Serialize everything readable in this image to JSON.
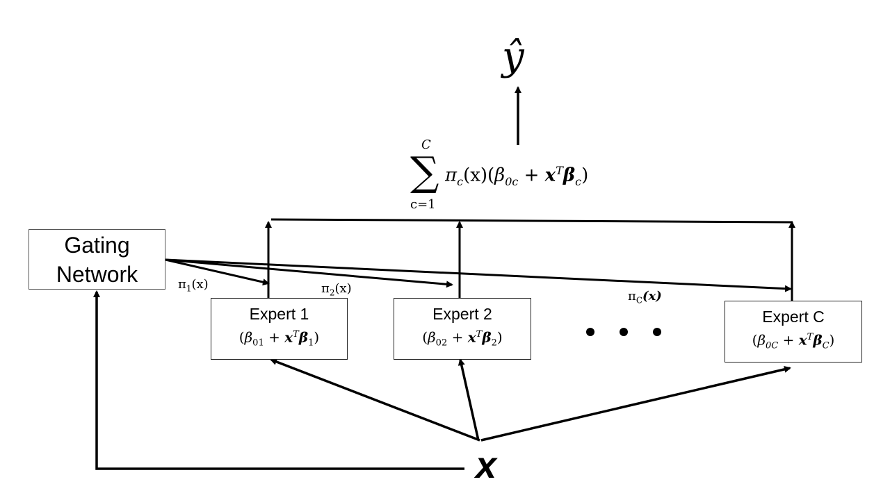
{
  "output_label": "ŷ",
  "input_label": "x",
  "gating": {
    "line1": "Gating",
    "line2": "Network"
  },
  "aggregate": {
    "upper_limit": "C",
    "sigma": "∑",
    "lower_limit": "c=1",
    "term_pi": "π",
    "term_pi_sub": "c",
    "term_x": "(x)",
    "open_paren": "(",
    "beta0": "β",
    "beta0_sub": "0c",
    "plus": " + ",
    "xvec": "x",
    "transpose": "T",
    "beta": "β",
    "beta_sub": "c",
    "close_paren": ")"
  },
  "experts": [
    {
      "name": "Expert 1",
      "beta0": "β",
      "beta0_sub": "01",
      "plus": " + ",
      "xvec": "x",
      "transpose": "T",
      "beta": "β",
      "beta_sub": "1",
      "open": "(",
      "close": ")"
    },
    {
      "name": "Expert 2",
      "beta0": "β",
      "beta0_sub": "02",
      "plus": " + ",
      "xvec": "x",
      "transpose": "T",
      "beta": "β",
      "beta_sub": "2",
      "open": "(",
      "close": ")"
    },
    {
      "name": "Expert C",
      "beta0": "β",
      "beta0_sub": "0C",
      "plus": " + ",
      "xvec": "x",
      "transpose": "T",
      "beta": "β",
      "beta_sub": "C",
      "open": "(",
      "close": ")"
    }
  ],
  "gate_weights": [
    {
      "pi": "π",
      "sub": "1",
      "arg": "(x)"
    },
    {
      "pi": "π",
      "sub": "2",
      "arg": "(x)"
    },
    {
      "pi": "π",
      "sub": "C",
      "arg": "(x)"
    }
  ]
}
